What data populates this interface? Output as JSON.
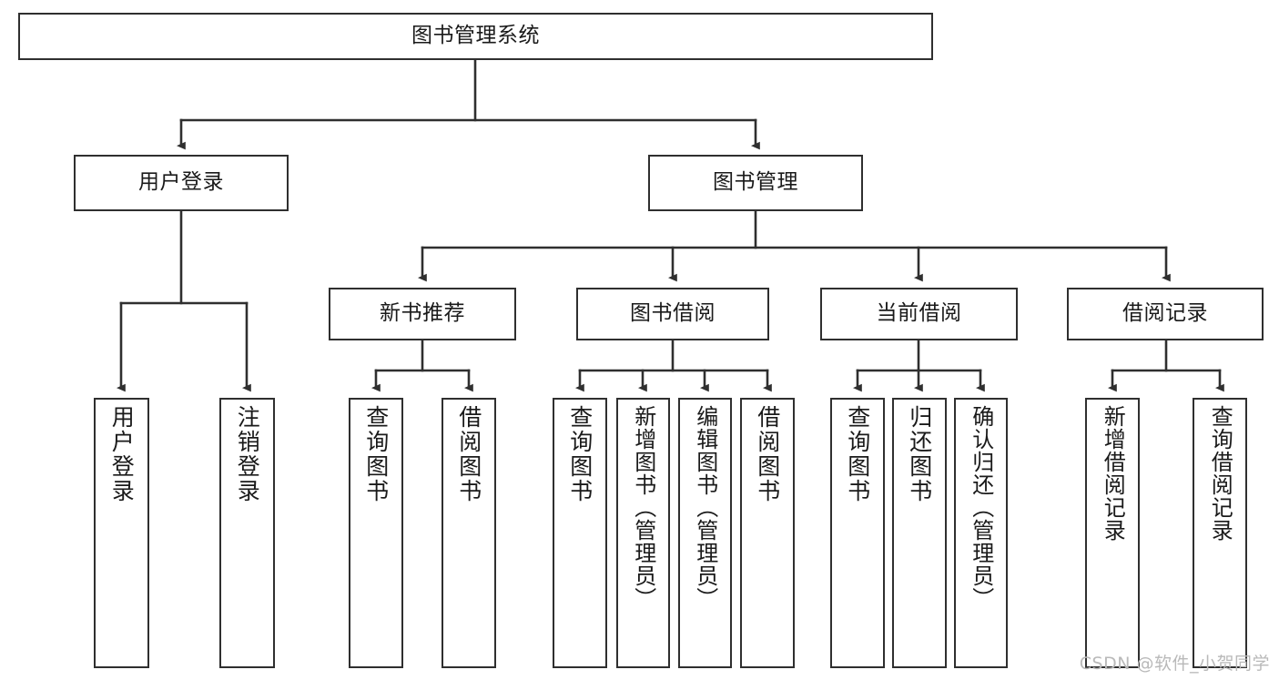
{
  "diagram": {
    "type": "tree-hierarchy",
    "title": "图书管理系统",
    "root": {
      "id": "root",
      "label": "图书管理系统",
      "level": 0
    },
    "level1": [
      {
        "id": "user-login",
        "label": "用户登录",
        "level": 1
      },
      {
        "id": "book-manage",
        "label": "图书管理",
        "level": 1
      }
    ],
    "level2": [
      {
        "id": "new-book-recommend",
        "label": "新书推荐",
        "level": 2,
        "parent": "book-manage"
      },
      {
        "id": "book-borrow",
        "label": "图书借阅",
        "level": 2,
        "parent": "book-manage"
      },
      {
        "id": "current-borrow",
        "label": "当前借阅",
        "level": 2,
        "parent": "book-manage"
      },
      {
        "id": "borrow-record",
        "label": "借阅记录",
        "level": 2,
        "parent": "book-manage"
      }
    ],
    "leaves": [
      {
        "id": "leaf-user-login",
        "label": "用户登录",
        "parent": "user-login"
      },
      {
        "id": "leaf-logout-login",
        "label": "注销登录",
        "parent": "user-login"
      },
      {
        "id": "leaf-query-book-1",
        "label": "查询图书",
        "parent": "new-book-recommend"
      },
      {
        "id": "leaf-borrow-book-1",
        "label": "借阅图书",
        "parent": "new-book-recommend"
      },
      {
        "id": "leaf-query-book-2",
        "label": "查询图书",
        "parent": "book-borrow"
      },
      {
        "id": "leaf-add-book",
        "label": "新增图书（管理员）",
        "parent": "book-borrow"
      },
      {
        "id": "leaf-edit-book",
        "label": "编辑图书（管理员）",
        "parent": "book-borrow"
      },
      {
        "id": "leaf-borrow-book-2",
        "label": "借阅图书",
        "parent": "book-borrow"
      },
      {
        "id": "leaf-query-book-3",
        "label": "查询图书",
        "parent": "current-borrow"
      },
      {
        "id": "leaf-return-book",
        "label": "归还图书",
        "parent": "current-borrow"
      },
      {
        "id": "leaf-confirm-return",
        "label": "确认归还（管理员）",
        "parent": "current-borrow"
      },
      {
        "id": "leaf-add-record",
        "label": "新增借阅记录",
        "parent": "borrow-record"
      },
      {
        "id": "leaf-query-record",
        "label": "查询借阅记录",
        "parent": "borrow-record"
      }
    ]
  },
  "colors": {
    "border": "#2f2f2f",
    "background": "#ffffff",
    "text": "#1a1a1a",
    "connector": "#2f2f2f",
    "watermark": "#b9b9b9"
  },
  "watermark": {
    "text": "CSDN @软件_小贺同学"
  }
}
